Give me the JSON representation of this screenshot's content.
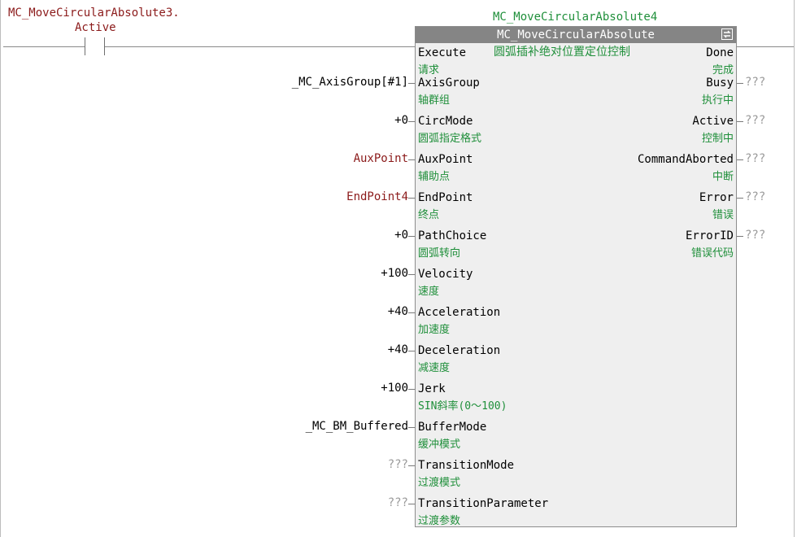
{
  "contact": {
    "variable_line1": "MC_MoveCircularAbsolute3.",
    "variable_line2": "Active"
  },
  "instance_name": "MC_MoveCircularAbsolute4",
  "block": {
    "type": "MC_MoveCircularAbsolute",
    "description": "圆弧插补绝对位置定位控制",
    "header_icon": "refresh-icon"
  },
  "inputs": [
    {
      "name": "Execute",
      "sub": "请求",
      "value": ""
    },
    {
      "name": "AxisGroup",
      "sub": "轴群组",
      "value": "_MC_AxisGroup[#1]"
    },
    {
      "name": "CircMode",
      "sub": "圆弧指定格式",
      "value": "+0"
    },
    {
      "name": "AuxPoint",
      "sub": "辅助点",
      "value": "AuxPoint"
    },
    {
      "name": "EndPoint",
      "sub": "终点",
      "value": "EndPoint4"
    },
    {
      "name": "PathChoice",
      "sub": "圆弧转向",
      "value": "+0"
    },
    {
      "name": "Velocity",
      "sub": "速度",
      "value": "+100"
    },
    {
      "name": "Acceleration",
      "sub": "加速度",
      "value": "+40"
    },
    {
      "name": "Deceleration",
      "sub": "减速度",
      "value": "+40"
    },
    {
      "name": "Jerk",
      "sub": "SIN斜率(0～100)",
      "value": "+100"
    },
    {
      "name": "BufferMode",
      "sub": "缓冲模式",
      "value": "_MC_BM_Buffered"
    },
    {
      "name": "TransitionMode",
      "sub": "过渡模式",
      "value": "???"
    },
    {
      "name": "TransitionParameter",
      "sub": "过渡参数",
      "value": "???"
    }
  ],
  "outputs": [
    {
      "name": "Done",
      "sub": "完成",
      "value": ""
    },
    {
      "name": "Busy",
      "sub": "执行中",
      "value": "???"
    },
    {
      "name": "Active",
      "sub": "控制中",
      "value": "???"
    },
    {
      "name": "CommandAborted",
      "sub": "中断",
      "value": "???"
    },
    {
      "name": "Error",
      "sub": "错误",
      "value": "???"
    },
    {
      "name": "ErrorID",
      "sub": "错误代码",
      "value": "???"
    }
  ],
  "colors": {
    "variable": "#8b1a1a",
    "comment": "#1f8f3a",
    "unassigned": "#9a9a9a",
    "header": "#858585",
    "block_bg": "#efefef"
  }
}
